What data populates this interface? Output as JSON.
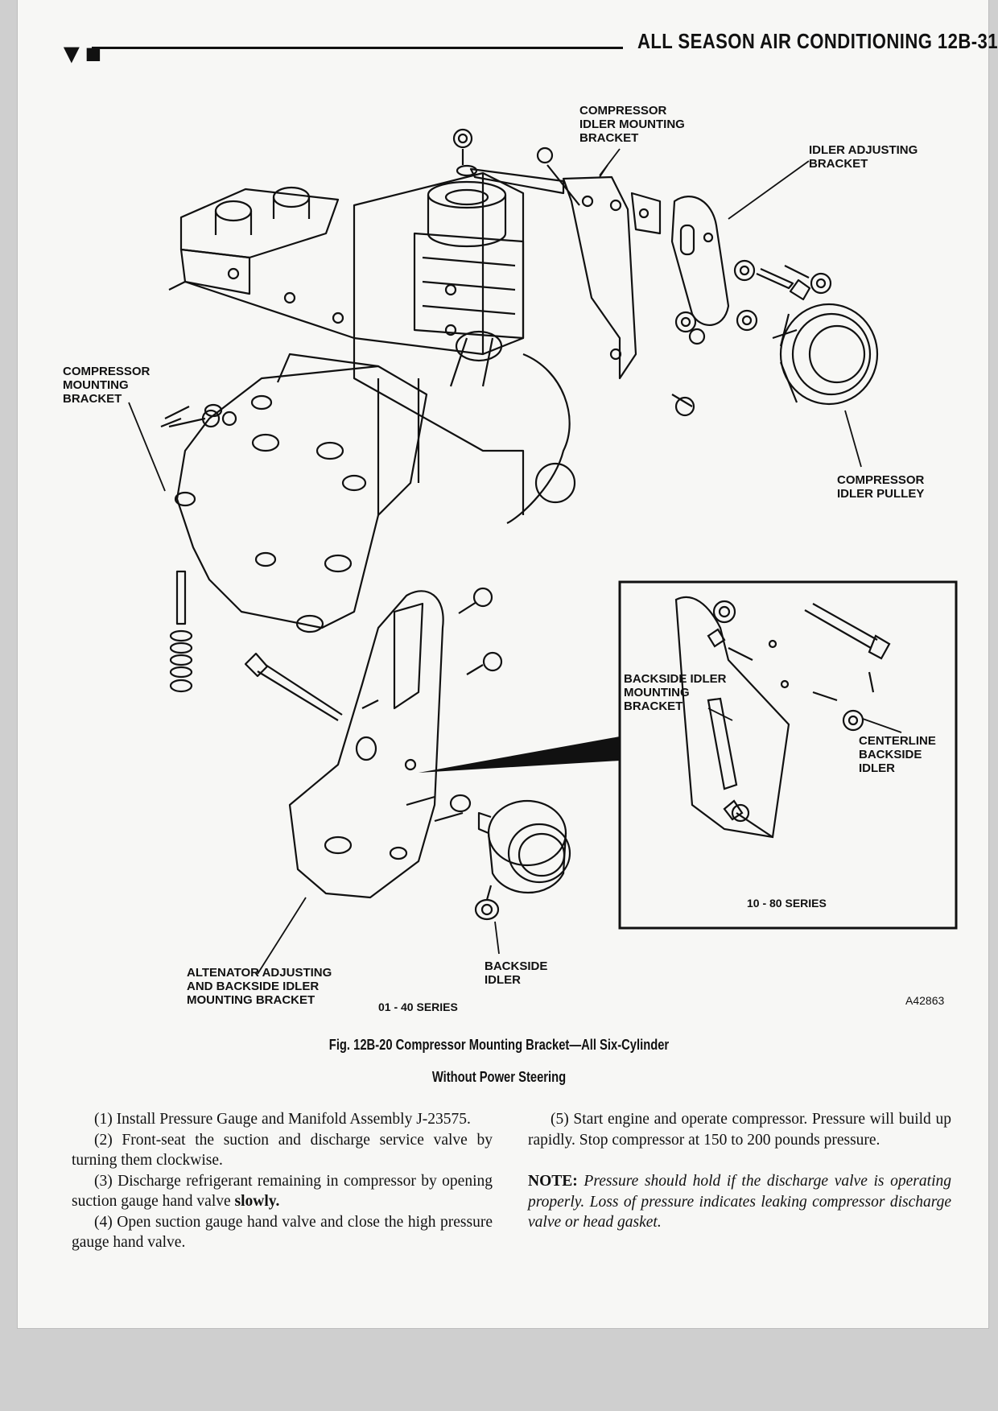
{
  "header": {
    "section_mark": "▼■",
    "title": "ALL SEASON AIR CONDITIONING 12B-31"
  },
  "figure": {
    "labels": {
      "compressor_idler_mounting_bracket": "COMPRESSOR\nIDLER MOUNTING\nBRACKET",
      "idler_adjusting_bracket": "IDLER ADJUSTING\nBRACKET",
      "compressor_mounting_bracket": "COMPRESSOR\nMOUNTING\nBRACKET",
      "compressor_idler_pulley": "COMPRESSOR\nIDLER PULLEY",
      "backside_idler_mounting_bracket": "BACKSIDE IDLER\nMOUNTING\nBRACKET",
      "centerline_backside_idler": "CENTERLINE\nBACKSIDE\nIDLER",
      "series_10_80": "10 - 80 SERIES",
      "backside_idler": "BACKSIDE\nIDLER",
      "altenator_adjusting": "ALTENATOR ADJUSTING\nAND BACKSIDE IDLER\nMOUNTING BRACKET",
      "series_01_40": "01 - 40 SERIES",
      "figure_code": "A42863"
    },
    "caption_line1": "Fig. 12B-20 Compressor Mounting Bracket—All Six-Cylinder",
    "caption_line2": "Without Power Steering"
  },
  "body": {
    "col1": [
      "(1) Install Pressure Gauge and Manifold Assembly J-23575.",
      "(2) Front-seat the suction and discharge service valve by turning them clockwise.",
      "(3) Discharge refrigerant remaining in compressor by opening suction gauge hand valve ",
      "(4) Open suction gauge hand valve and close the high pressure gauge hand valve."
    ],
    "step3_bold": "slowly.",
    "col2_p1": "(5) Start engine and operate compressor. Pressure will build up rapidly. Stop compressor at 150 to 200 pounds pressure.",
    "note_label": "NOTE:",
    "note_text": " Pressure should hold if the discharge valve is operating properly. Loss of pressure indicates leaking compressor discharge valve or head gasket."
  }
}
